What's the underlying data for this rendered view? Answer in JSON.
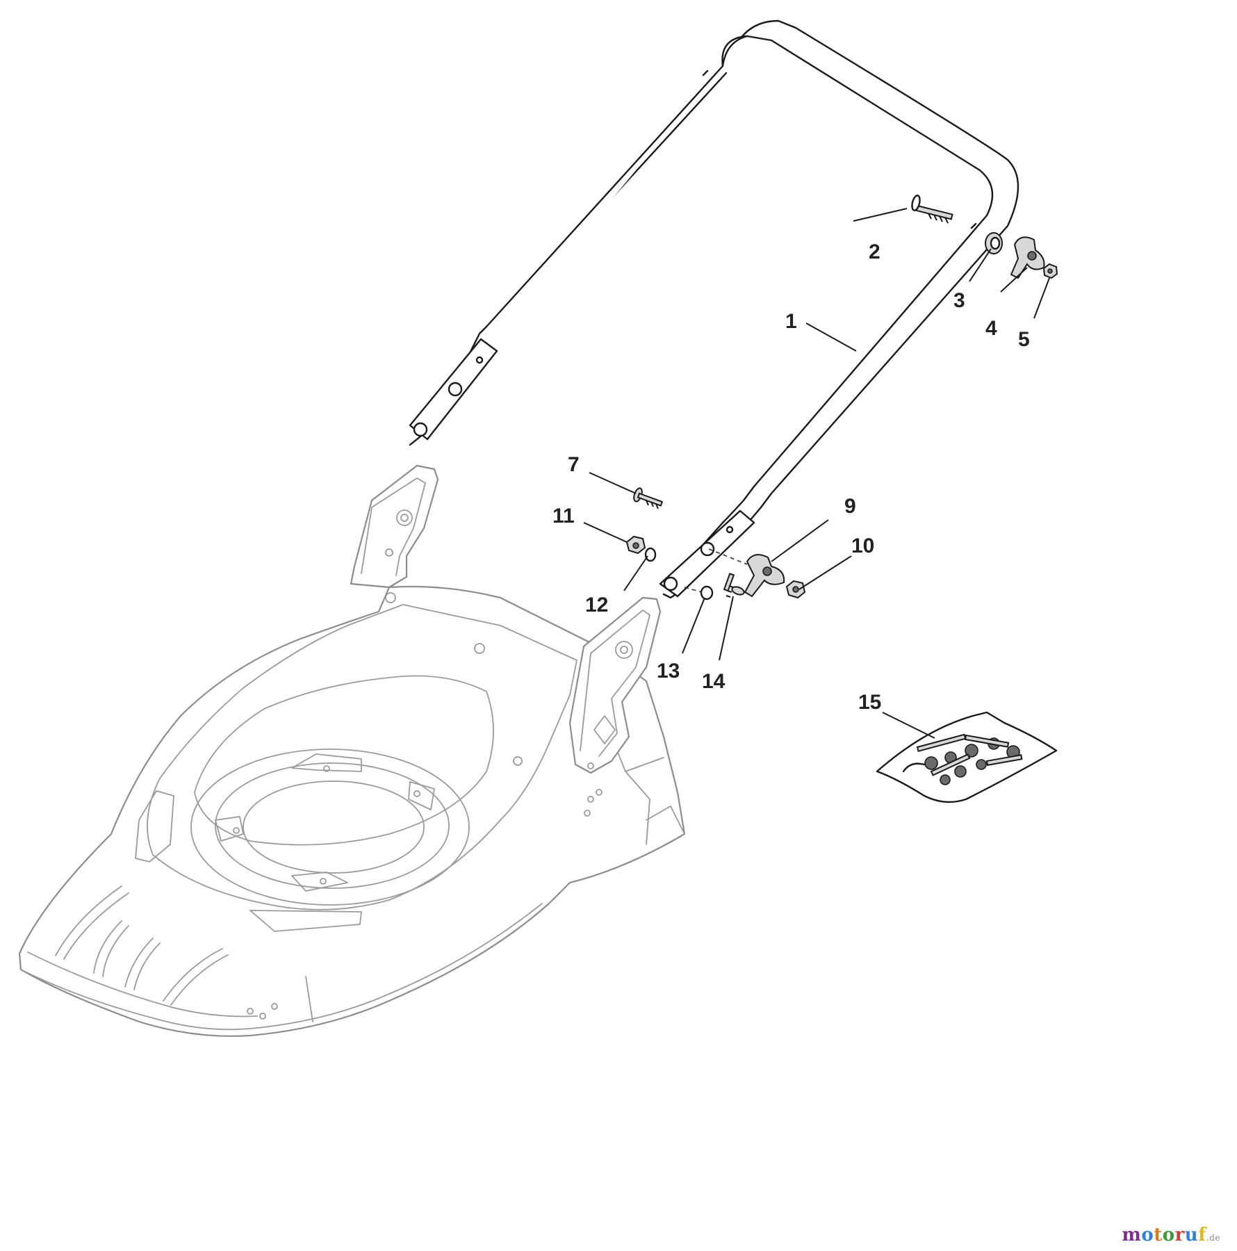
{
  "diagram": {
    "callouts": [
      "1",
      "2",
      "3",
      "4",
      "5",
      "7",
      "9",
      "10",
      "11",
      "12",
      "13",
      "14",
      "15"
    ],
    "parts": [
      {
        "id": "1",
        "item": "upper-handle"
      },
      {
        "id": "2",
        "item": "carriage-bolt"
      },
      {
        "id": "3",
        "item": "washer"
      },
      {
        "id": "4",
        "item": "wing-knob"
      },
      {
        "id": "5",
        "item": "nut"
      },
      {
        "id": "7",
        "item": "bolt"
      },
      {
        "id": "9",
        "item": "wing-knob"
      },
      {
        "id": "10",
        "item": "nut"
      },
      {
        "id": "11",
        "item": "nut"
      },
      {
        "id": "12",
        "item": "washer"
      },
      {
        "id": "13",
        "item": "washer"
      },
      {
        "id": "14",
        "item": "bolt"
      },
      {
        "id": "15",
        "item": "hardware-bag"
      }
    ]
  },
  "watermark": {
    "letters": [
      "m",
      "o",
      "t",
      "o",
      "r",
      "u",
      "f"
    ],
    "colors": [
      "#7a2d8c",
      "#2f7fd6",
      "#e07b1a",
      "#3a9b3a",
      "#d63a2f",
      "#2f7fd6",
      "#e0b81a"
    ],
    "suffix": ".de"
  }
}
